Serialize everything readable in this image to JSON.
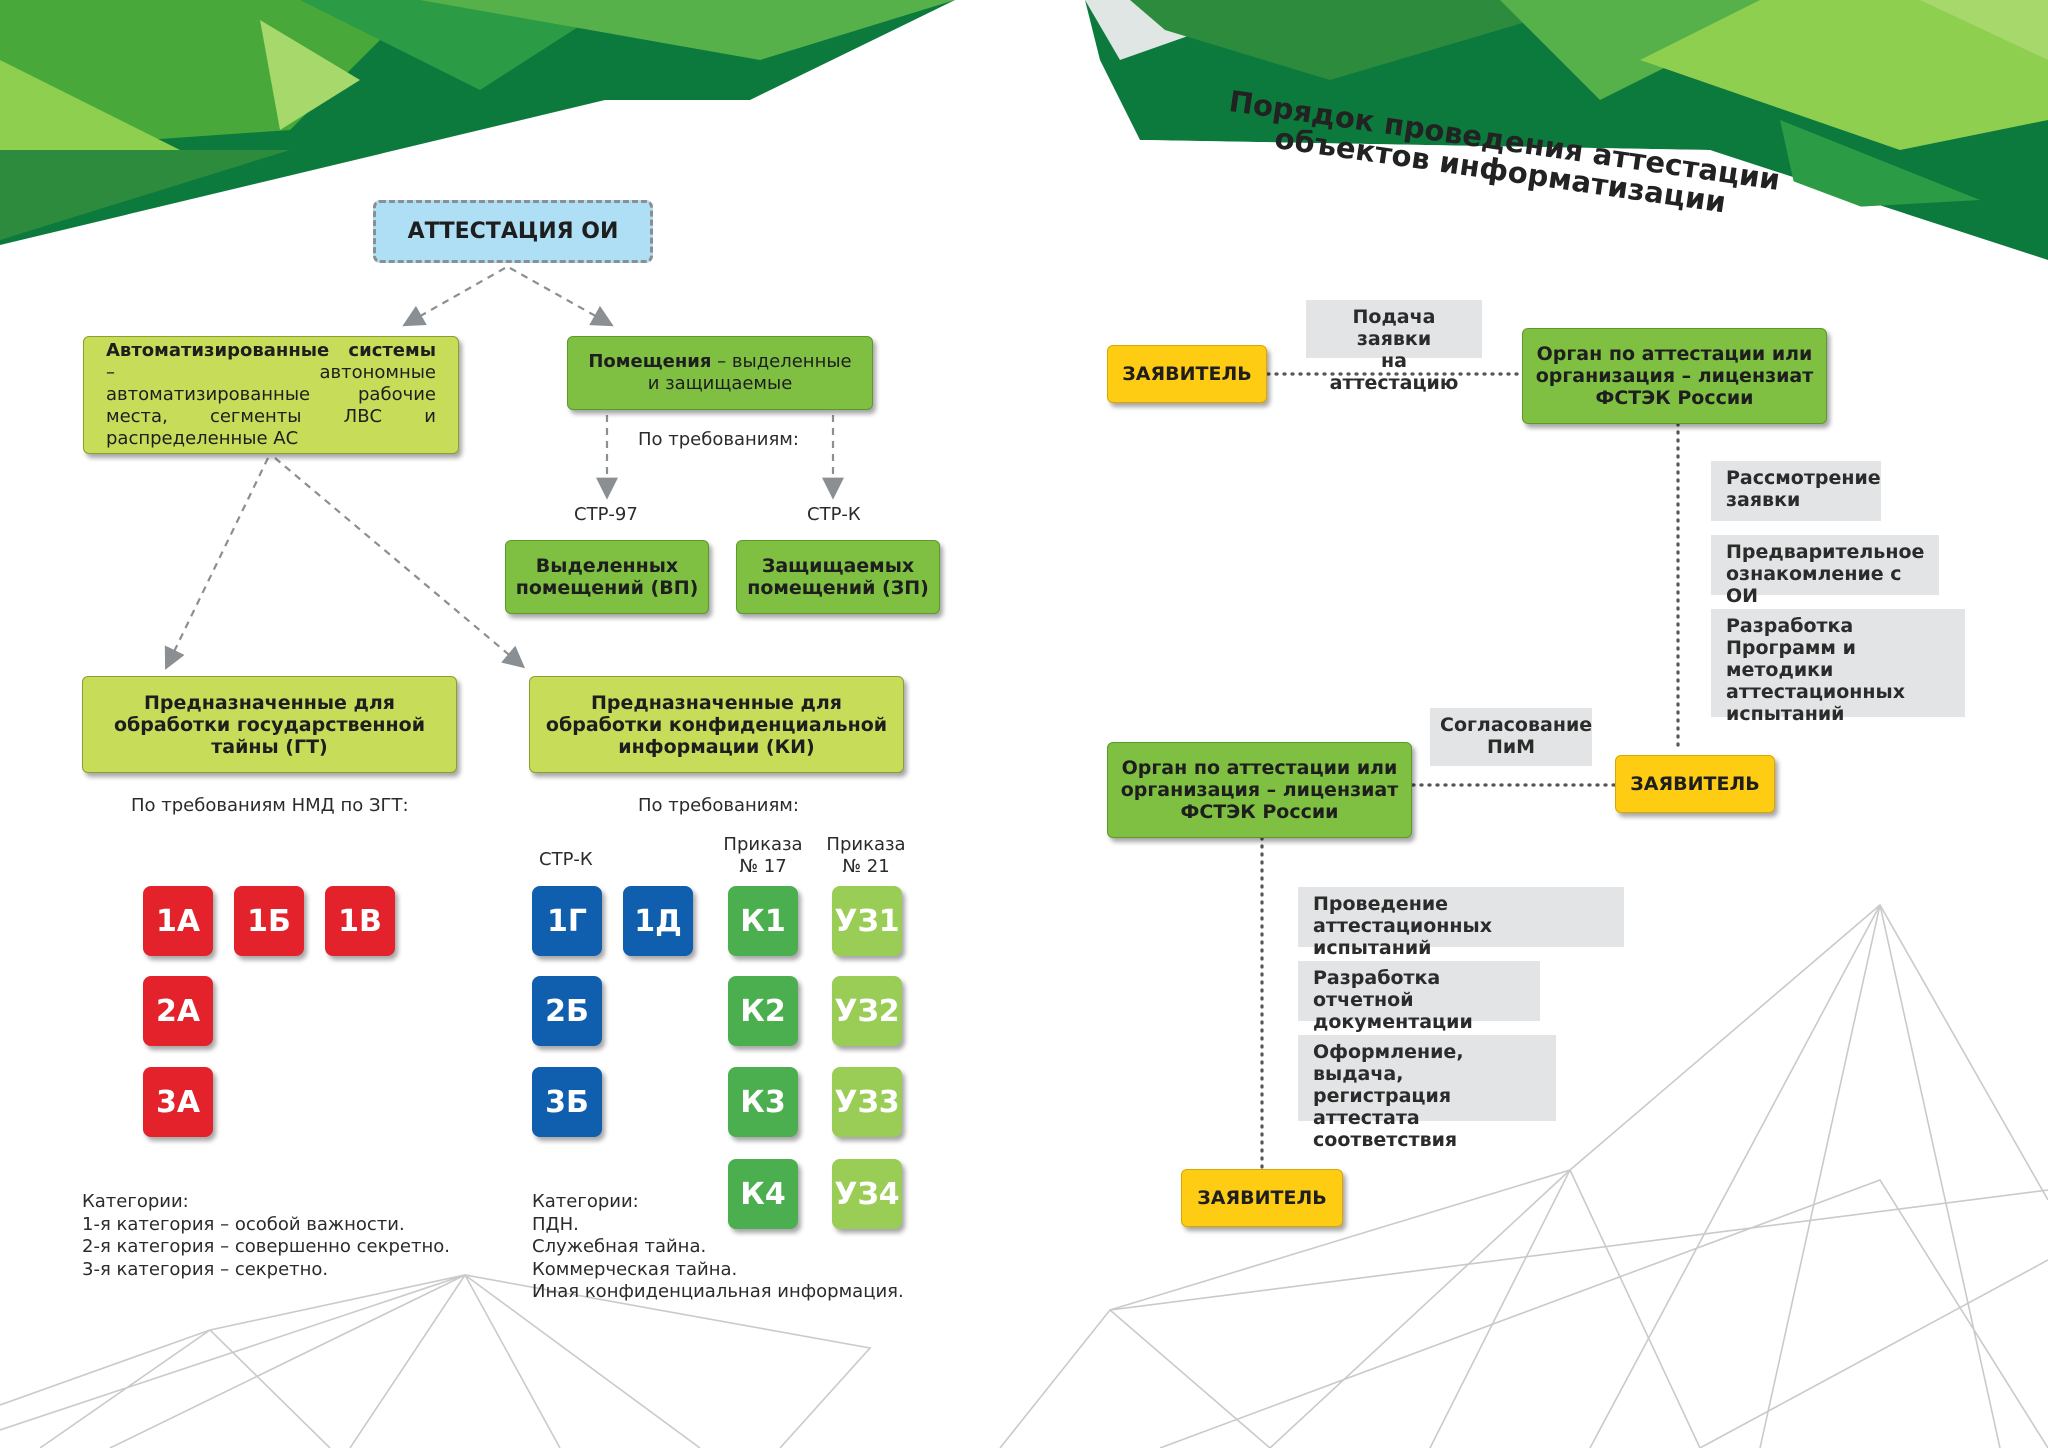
{
  "title": "Порядок проведения аттестации объектов информатизации",
  "left": {
    "root": "АТТЕСТАЦИЯ ОИ",
    "as_box": {
      "bold": "Автоматизированные системы",
      "rest": " – автономные автоматизированные рабочие места, сегменты ЛВС и распределенные АС"
    },
    "rooms_box": {
      "bold": "Помещения",
      "rest_line1": " – выделенные",
      "rest_line2": "и защищаемые"
    },
    "rooms_req": "По требованиям:",
    "str97": "СТР-97",
    "strk": "СТР-К",
    "vp": [
      "Выделенных",
      "помещений (ВП)"
    ],
    "zp": [
      "Защищаемых",
      "помещений (ЗП)"
    ],
    "gt": [
      "Предназначенные для",
      "обработки государственной",
      "тайны (ГТ)"
    ],
    "ki": [
      "Предназначенные для",
      "обработки конфиденциальной",
      "информации (КИ)"
    ],
    "gt_req": "По требованиям НМД по ЗГТ:",
    "ki_req": "По требованиям:",
    "strk2": "СТР-К",
    "order17": [
      "Приказа",
      "№ 17"
    ],
    "order21": [
      "Приказа",
      "№ 21"
    ],
    "gt_classes": [
      "1А",
      "1Б",
      "1В",
      "2А",
      "3А"
    ],
    "strk_classes": [
      "1Г",
      "1Д",
      "2Б",
      "3Б"
    ],
    "k_classes": [
      "К1",
      "К2",
      "К3",
      "К4"
    ],
    "uz_classes": [
      "УЗ1",
      "УЗ2",
      "УЗ3",
      "УЗ4"
    ],
    "gt_categories": [
      "Категории:",
      "1-я категория – особой важности.",
      "2-я категория – совершенно секретно.",
      "3-я категория – секретно."
    ],
    "ki_categories": [
      "Категории:",
      "ПДН.",
      "Служебная тайна.",
      "Коммерческая тайна.",
      "Иная конфиденциальная информация."
    ]
  },
  "right": {
    "applicant": "ЗАЯВИТЕЛЬ",
    "organ": [
      "Орган по аттестации или",
      "организация – лицензиат",
      "ФСТЭК России"
    ],
    "submit": [
      "Подача заявки",
      "на аттестацию"
    ],
    "review": [
      "Рассмотрение",
      "заявки"
    ],
    "prelim": [
      "Предварительное",
      "ознакомление с ОИ"
    ],
    "program": [
      "Разработка",
      "Программ и методики",
      "аттестационных",
      "испытаний"
    ],
    "approve": [
      "Согласование",
      "ПиМ"
    ],
    "tests": [
      "Проведение аттестационных",
      "испытаний"
    ],
    "report": [
      "Разработка отчетной",
      "документации"
    ],
    "issue": [
      "Оформление, выдача,",
      "регистрация аттестата",
      "соответствия"
    ]
  },
  "colors": {
    "lime": "#c7dc59",
    "green": "#7fc043",
    "yellow": "#ffcc14",
    "red": "#e3222b",
    "blue": "#0f5fae",
    "k_green": "#4caf4f",
    "uz_lime": "#9acd55",
    "root_blue": "#aedff4",
    "gray": "#e3e4e5"
  }
}
